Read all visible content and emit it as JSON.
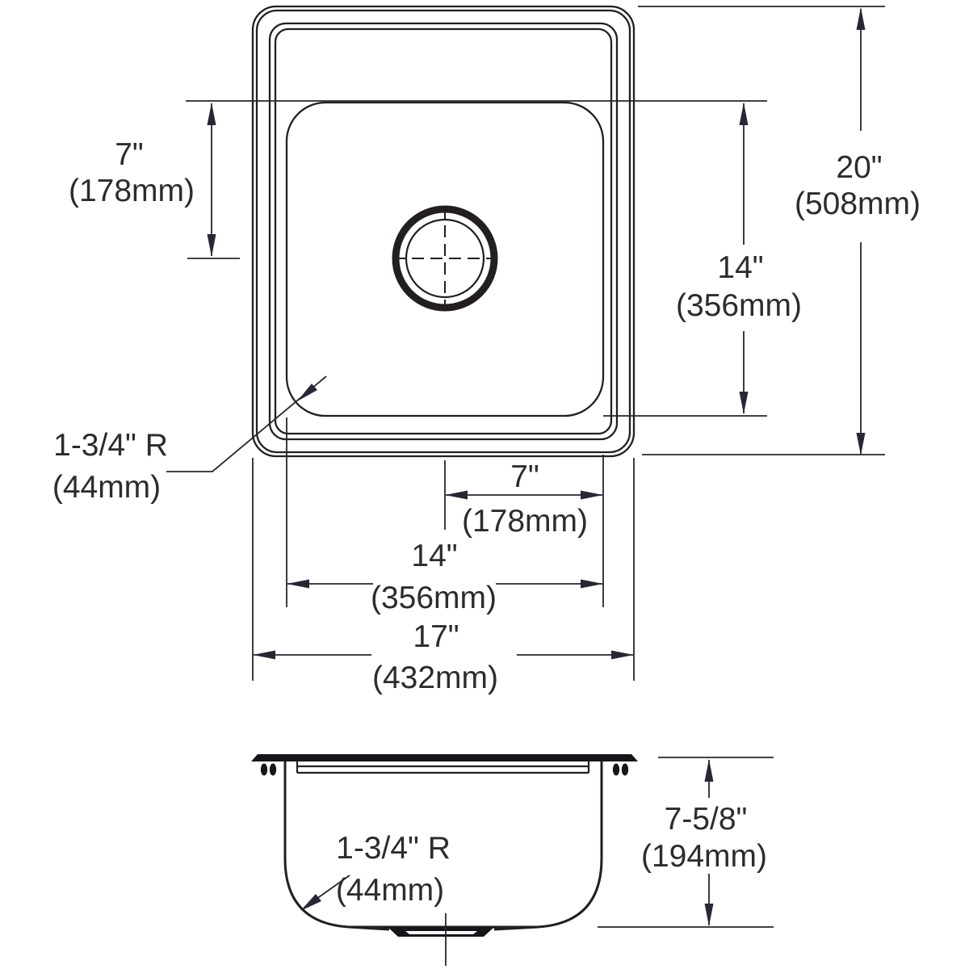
{
  "drawing_type": "sink-dimension-drawing",
  "colors": {
    "line": "#231f20",
    "dimension": "#26262c",
    "background": "#ffffff"
  },
  "top_view": {
    "drain_offset_from_bowl_top": {
      "in": "7\"",
      "mm": "(178mm)"
    },
    "overall_front_to_back": {
      "in": "20\"",
      "mm": "(508mm)"
    },
    "bowl_front_to_back": {
      "in": "14\"",
      "mm": "(356mm)"
    },
    "drain_offset_from_bowl_side": {
      "in": "7\"",
      "mm": "(178mm)"
    },
    "bowl_width": {
      "in": "14\"",
      "mm": "(356mm)"
    },
    "overall_width": {
      "in": "17\"",
      "mm": "(432mm)"
    },
    "corner_radius": {
      "value": "1-3/4\" R",
      "mm": "(44mm)"
    }
  },
  "side_view": {
    "bowl_depth": {
      "in": "7-5/8\"",
      "mm": "(194mm)"
    },
    "bottom_radius": {
      "value": "1-3/4\" R",
      "mm": "(44mm)"
    }
  }
}
